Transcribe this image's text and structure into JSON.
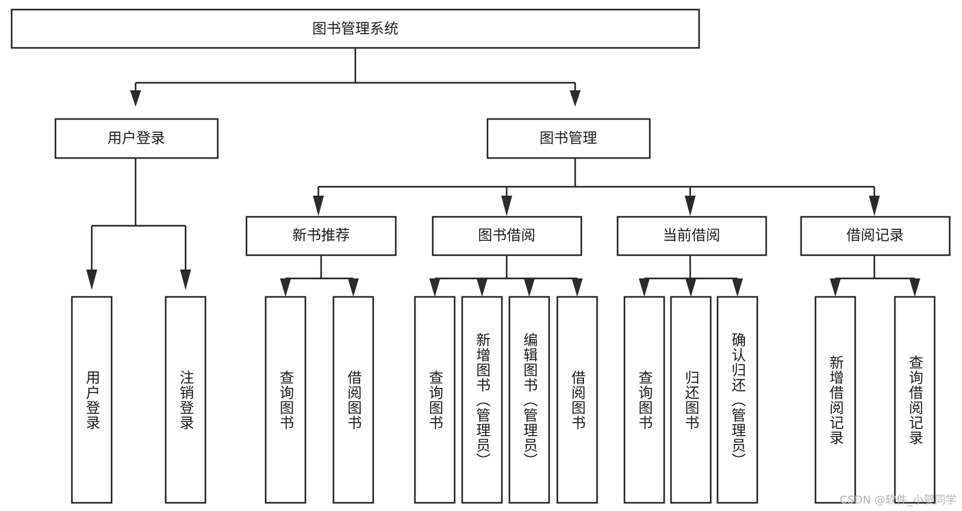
{
  "diagram": {
    "type": "tree",
    "title": "图书管理系统",
    "watermark": "CSDN @软件_小贺同学",
    "colors": {
      "background": "#ffffff",
      "stroke": "#2b2b2b",
      "fill": "#ffffff",
      "text": "#1a1a1a",
      "watermark": "#b5b5b5"
    },
    "nodes": {
      "root": {
        "label": "图书管理系统"
      },
      "level1": [
        {
          "id": "user-login",
          "label": "用户登录"
        },
        {
          "id": "book-manage",
          "label": "图书管理"
        }
      ],
      "level2": [
        {
          "id": "new-book-recommend",
          "label": "新书推荐",
          "parent": "book-manage"
        },
        {
          "id": "book-borrow",
          "label": "图书借阅",
          "parent": "book-manage"
        },
        {
          "id": "current-borrow",
          "label": "当前借阅",
          "parent": "book-manage"
        },
        {
          "id": "borrow-record",
          "label": "借阅记录",
          "parent": "book-manage"
        }
      ],
      "leaves": [
        {
          "id": "leaf-user-login",
          "label": "用户登录",
          "parent": "user-login"
        },
        {
          "id": "leaf-logout",
          "label": "注销登录",
          "parent": "user-login"
        },
        {
          "id": "leaf-query-book-1",
          "label": "查询图书",
          "parent": "new-book-recommend"
        },
        {
          "id": "leaf-borrow-book-1",
          "label": "借阅图书",
          "parent": "new-book-recommend"
        },
        {
          "id": "leaf-query-book-2",
          "label": "查询图书",
          "parent": "book-borrow"
        },
        {
          "id": "leaf-add-book",
          "label": "新增图书（管理员）",
          "parent": "book-borrow"
        },
        {
          "id": "leaf-edit-book",
          "label": "编辑图书（管理员）",
          "parent": "book-borrow"
        },
        {
          "id": "leaf-borrow-book-2",
          "label": "借阅图书",
          "parent": "book-borrow"
        },
        {
          "id": "leaf-query-book-3",
          "label": "查询图书",
          "parent": "current-borrow"
        },
        {
          "id": "leaf-return-book",
          "label": "归还图书",
          "parent": "current-borrow"
        },
        {
          "id": "leaf-confirm-return",
          "label": "确认归还（管理员）",
          "parent": "current-borrow"
        },
        {
          "id": "leaf-add-record",
          "label": "新增借阅记录",
          "parent": "borrow-record"
        },
        {
          "id": "leaf-query-record",
          "label": "查询借阅记录",
          "parent": "borrow-record"
        }
      ]
    }
  }
}
